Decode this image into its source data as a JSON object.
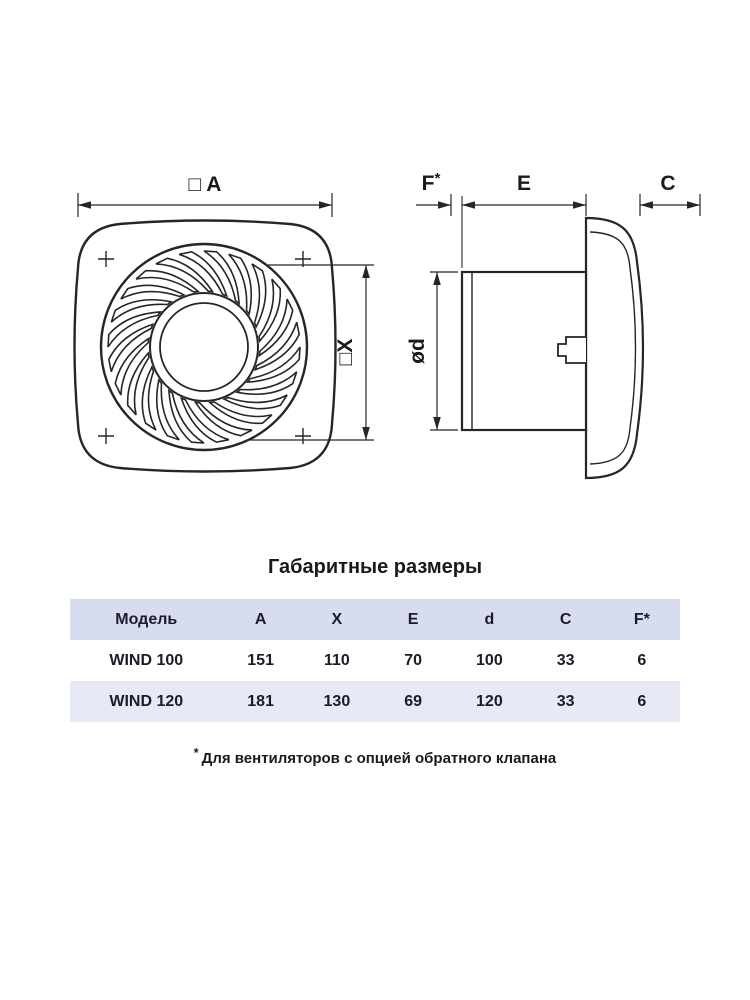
{
  "drawing": {
    "front": {
      "dim_a": "□ A",
      "dim_x": "□X"
    },
    "side": {
      "dim_f": "F",
      "dim_f_sup": "*",
      "dim_e": "E",
      "dim_c": "C",
      "dim_d": "ød"
    }
  },
  "table": {
    "title": "Габаритные размеры",
    "headers": [
      "Модель",
      "A",
      "X",
      "E",
      "d",
      "C",
      "F*"
    ],
    "rows": [
      {
        "model": "WIND 100",
        "values": [
          "151",
          "110",
          "70",
          "100",
          "33",
          "6"
        ]
      },
      {
        "model": "WIND 120",
        "values": [
          "181",
          "130",
          "69",
          "120",
          "33",
          "6"
        ]
      }
    ],
    "footnote_mark": "*",
    "footnote": "Для вентиляторов с опцией обратного клапана"
  },
  "colors": {
    "header_bg": "#d7dcee",
    "row_alt_bg": "#e7eaf6",
    "line": "#262626"
  }
}
